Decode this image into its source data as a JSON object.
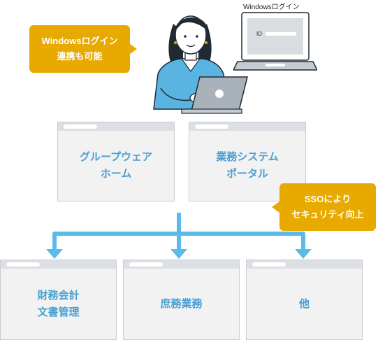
{
  "bubbles": {
    "windows_login": {
      "line1": "Windowsログイン",
      "line2": "連携も可能"
    },
    "sso": {
      "line1": "SSOにより",
      "line2": "セキュリティ向上"
    }
  },
  "laptop": {
    "caption": "Windowsログイン",
    "field_label": "ID"
  },
  "portals": [
    {
      "line1": "グループウェア",
      "line2": "ホーム"
    },
    {
      "line1": "業務システム",
      "line2": "ポータル"
    }
  ],
  "systems": [
    {
      "line1": "財務会計",
      "line2": "文書管理"
    },
    {
      "line1": "庶務業務",
      "line2": ""
    },
    {
      "line1": "他",
      "line2": ""
    }
  ],
  "colors": {
    "bubble": "#e8aa00",
    "arrow": "#5bbbe8",
    "label": "#4a9fd0",
    "panel": "#f2f2f3",
    "panel_bar": "#dcdfe3"
  }
}
